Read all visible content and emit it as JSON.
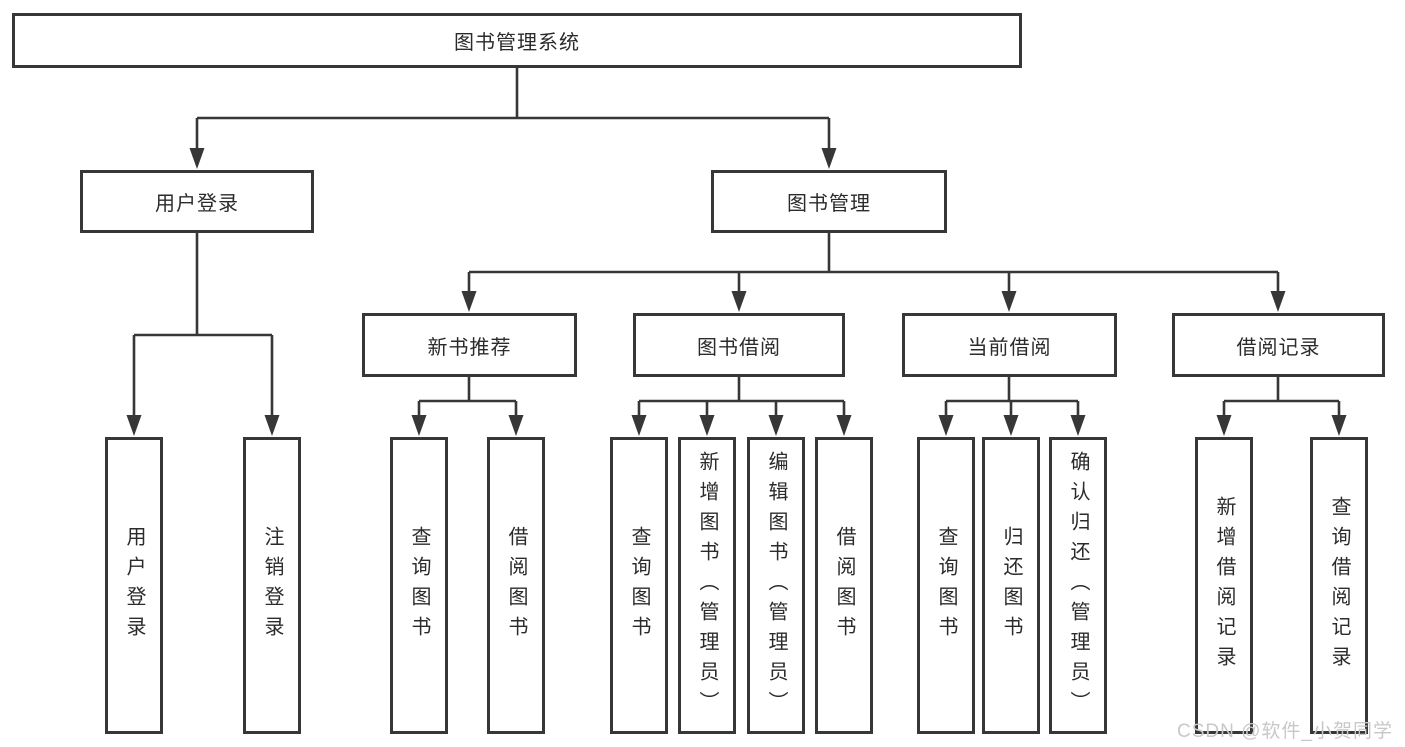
{
  "tree": {
    "root": {
      "label": "图书管理系统"
    },
    "branches": [
      {
        "label": "用户登录",
        "children": [
          {
            "label": "用户登录"
          },
          {
            "label": "注销登录"
          }
        ]
      },
      {
        "label": "图书管理",
        "children": [
          {
            "label": "新书推荐",
            "children": [
              {
                "label": "查询图书"
              },
              {
                "label": "借阅图书"
              }
            ]
          },
          {
            "label": "图书借阅",
            "children": [
              {
                "label": "查询图书"
              },
              {
                "label": "新增图书（管理员）"
              },
              {
                "label": "编辑图书（管理员）"
              },
              {
                "label": "借阅图书"
              }
            ]
          },
          {
            "label": "当前借阅",
            "children": [
              {
                "label": "查询图书"
              },
              {
                "label": "归还图书"
              },
              {
                "label": "确认归还（管理员）"
              }
            ]
          },
          {
            "label": "借阅记录",
            "children": [
              {
                "label": "新增借阅记录"
              },
              {
                "label": "查询借阅记录"
              }
            ]
          }
        ]
      }
    ]
  },
  "watermark": {
    "text": "CSDN @软件_小贺同学"
  },
  "colors": {
    "line": "#373737",
    "box_border": "#373737",
    "box_fill": "#ffffff",
    "text": "#2b2b2b",
    "watermark": "#c8c8c8",
    "background": "#ffffff"
  }
}
